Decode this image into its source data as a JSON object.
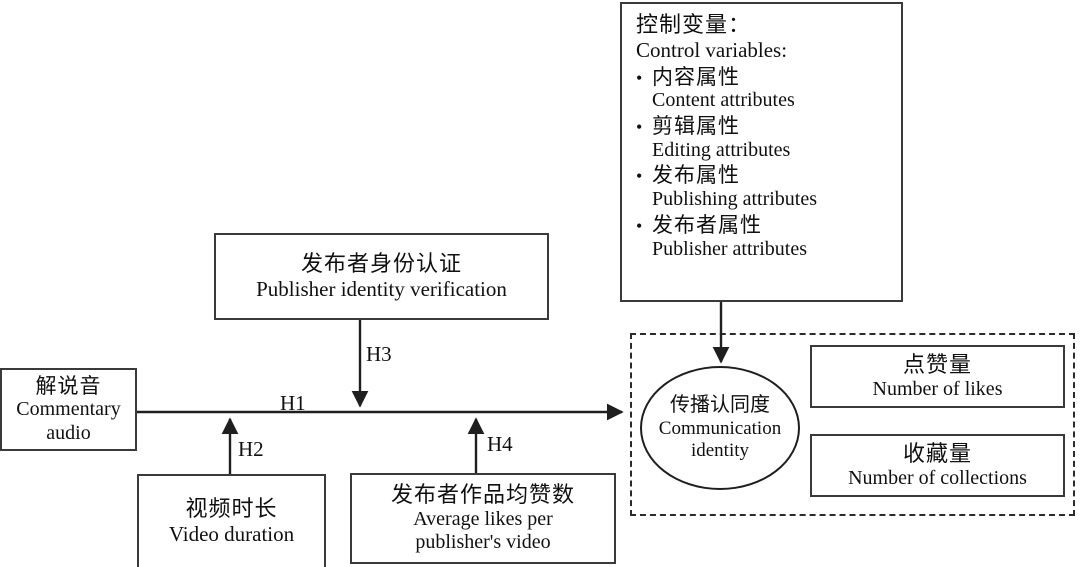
{
  "diagram": {
    "title_visible": false,
    "type": "conceptual-research-model",
    "control_panel": {
      "header_cn": "控制变量：",
      "header_en": "Control variables:",
      "items": [
        {
          "cn": "内容属性",
          "en": "Content attributes"
        },
        {
          "cn": "剪辑属性",
          "en": "Editing attributes"
        },
        {
          "cn": "发布属性",
          "en": "Publishing attributes"
        },
        {
          "cn": "发布者属性",
          "en": "Publisher attributes"
        }
      ]
    },
    "nodes": {
      "publisher_verification": {
        "cn": "发布者身份认证",
        "en": "Publisher identity verification"
      },
      "commentary_audio": {
        "cn": "解说音",
        "en_line1": "Commentary",
        "en_line2": "audio"
      },
      "video_duration": {
        "cn": "视频时长",
        "en": "Video duration"
      },
      "average_likes": {
        "cn": "发布者作品均赞数",
        "en_line1": "Average likes per",
        "en_line2": "publisher's video"
      },
      "communication_identity": {
        "cn": "传播认同度",
        "en_line1": "Communication",
        "en_line2": "identity"
      },
      "number_of_likes": {
        "cn": "点赞量",
        "en": "Number of likes"
      },
      "number_of_collections": {
        "cn": "收藏量",
        "en": "Number of collections"
      }
    },
    "hypotheses": [
      {
        "id": "h1",
        "label": "H1"
      },
      {
        "id": "h2",
        "label": "H2"
      },
      {
        "id": "h3",
        "label": "H3"
      },
      {
        "id": "h4",
        "label": "H4"
      }
    ],
    "colors": {
      "stroke": "#2b2b2b",
      "box_border": "#3a3a3a",
      "background": "#ffffff",
      "text": "#101010"
    }
  }
}
